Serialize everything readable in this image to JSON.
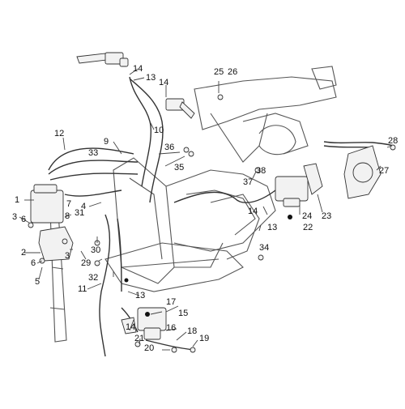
{
  "diagram": {
    "callouts": [
      "1",
      "2",
      "3",
      "3",
      "4",
      "5",
      "6",
      "6",
      "7",
      "8",
      "9",
      "10",
      "11",
      "12",
      "13",
      "13",
      "13",
      "14",
      "14",
      "14",
      "14",
      "15",
      "16",
      "17",
      "18",
      "19",
      "20",
      "21",
      "22",
      "23",
      "24",
      "25",
      "26",
      "27",
      "28",
      "29",
      "30",
      "31",
      "32",
      "33",
      "34",
      "35",
      "36",
      "37",
      "38"
    ]
  }
}
